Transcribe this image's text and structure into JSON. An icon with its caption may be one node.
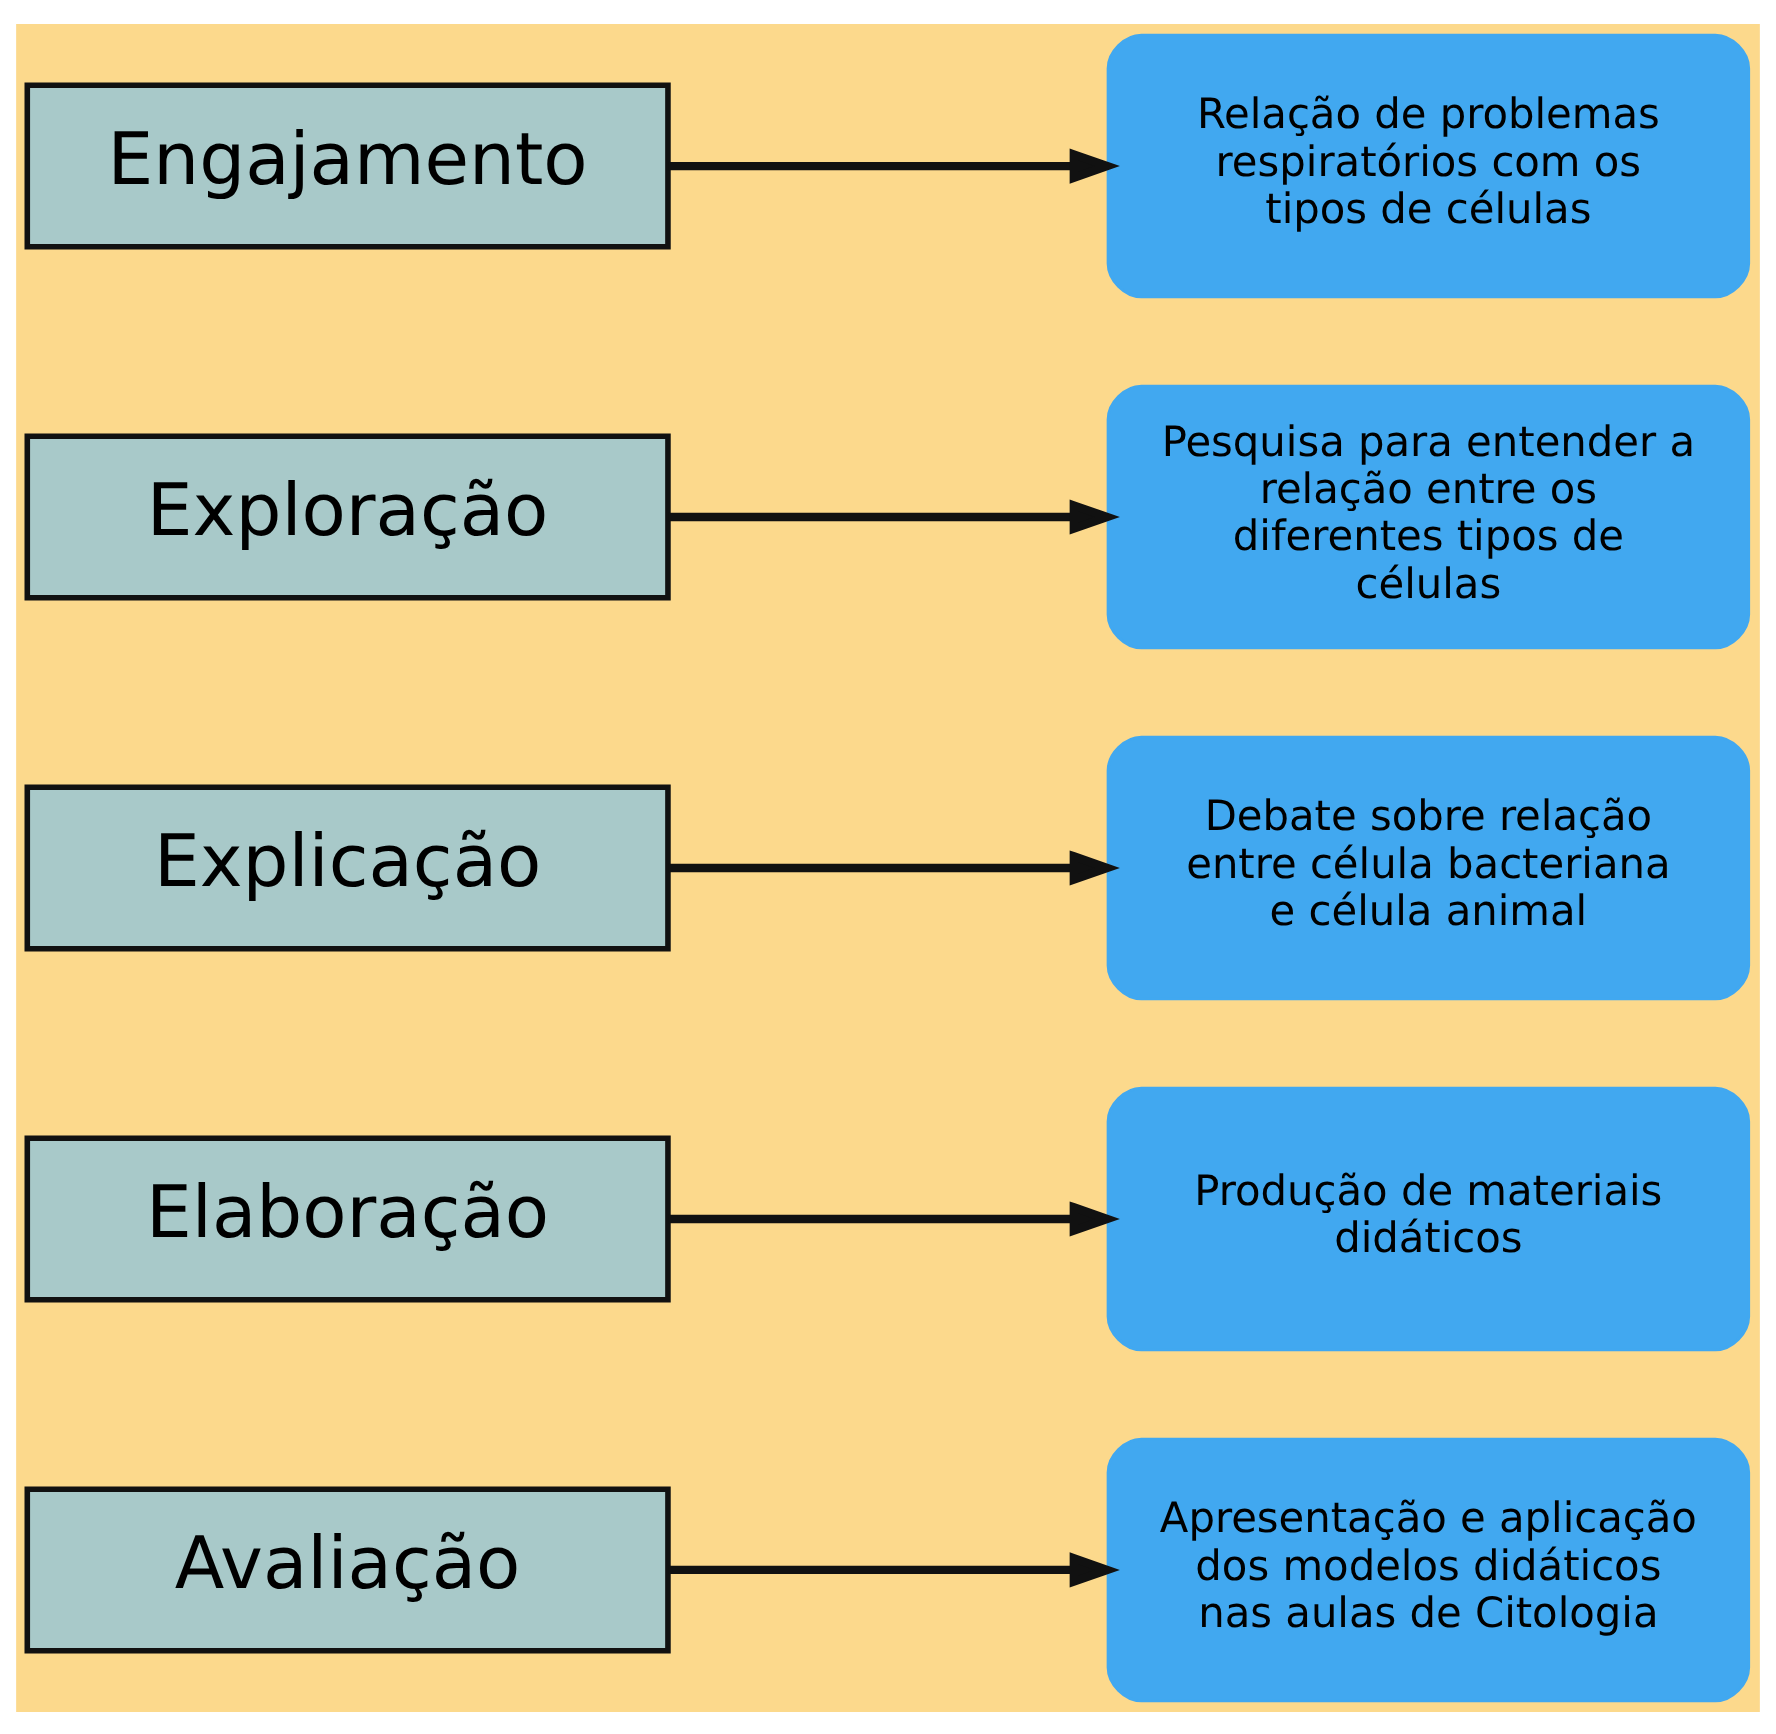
{
  "diagram": {
    "nodes": [
      {
        "text": [
          "Engajamento"
        ]
      },
      {
        "text": [
          "Relação de problemas respiratórios com os tipos de células"
        ]
      },
      {
        "text": [
          "Exploração"
        ]
      },
      {
        "text": [
          "Pesquisa para entender a relação entre os diferentes tipos de células"
        ]
      },
      {
        "text": [
          "Explicação"
        ]
      },
      {
        "text": [
          "Debate sobre relação entre célula bacteriana e célula animal"
        ]
      },
      {
        "text": [
          "Elaboração"
        ]
      },
      {
        "text": [
          "Produção de materiais didáticos"
        ]
      },
      {
        "text": [
          "Avaliação"
        ]
      },
      {
        "text": [
          "Apresentação e aplicação dos modelos didáticos nas aulas de Citologia"
        ]
      }
    ],
    "edges": [
      {
        "from": 0,
        "to": 1,
        "arrow": "to"
      },
      {
        "from": 2,
        "to": 3,
        "arrow": "to"
      },
      {
        "from": 4,
        "to": 5,
        "arrow": "to"
      },
      {
        "from": 6,
        "to": 7,
        "arrow": "to"
      },
      {
        "from": 8,
        "to": 9,
        "arrow": "to"
      }
    ]
  }
}
